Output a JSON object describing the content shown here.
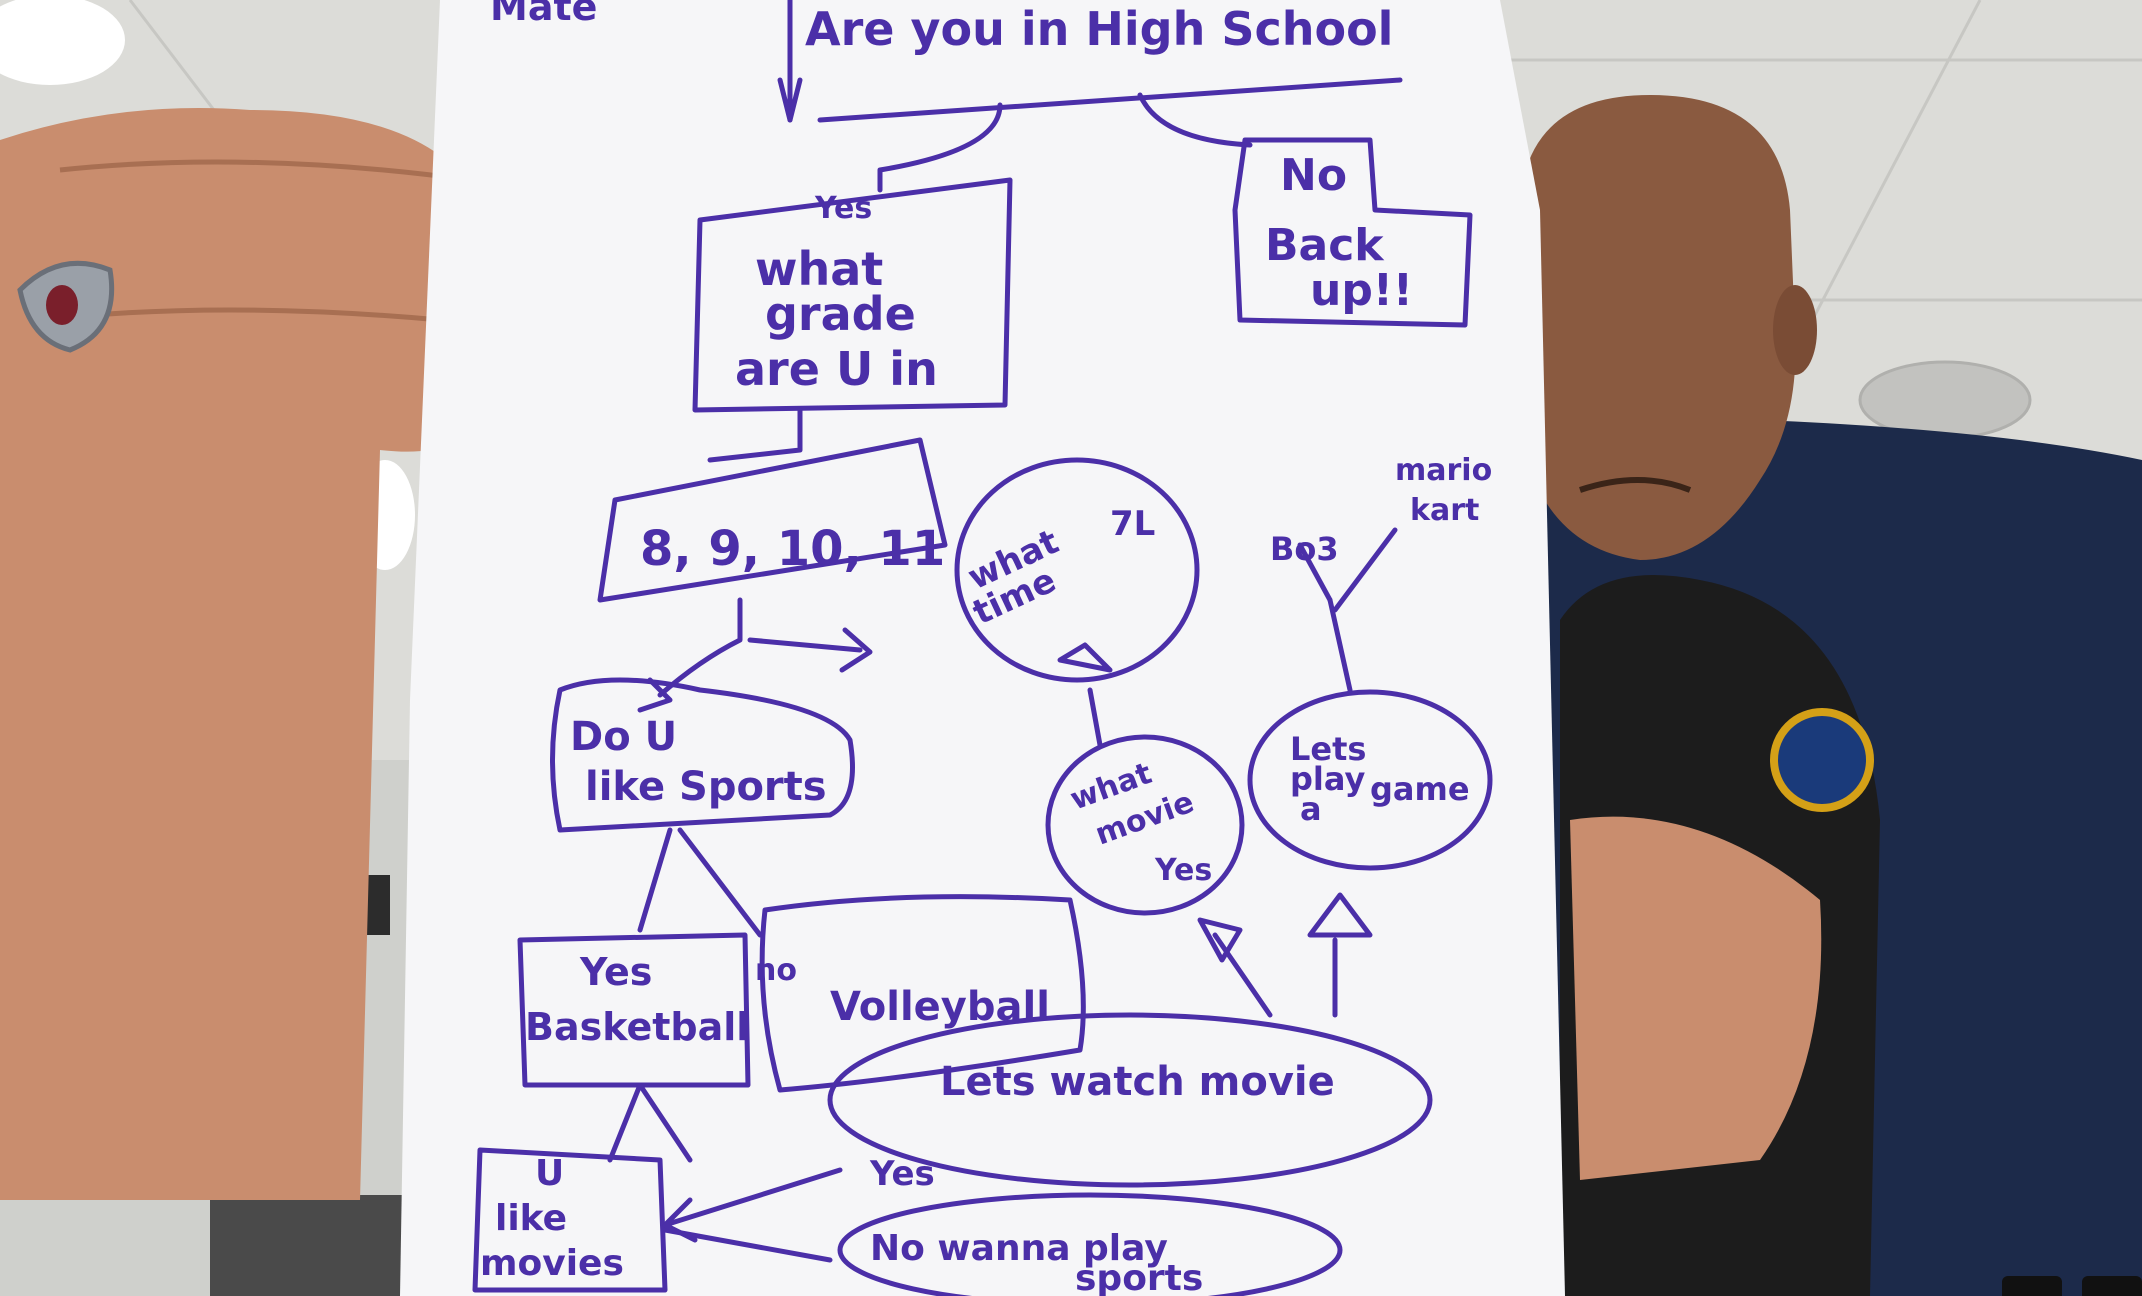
{
  "flowchart": {
    "partial_top_label": "Mate",
    "question_highschool": "Are you in High School",
    "yes_grade_box": [
      "Yes",
      "what",
      "grade",
      "are U in"
    ],
    "no_back_box": [
      "No",
      "Back",
      "up!!"
    ],
    "grades_box": "8, 9, 10, 11",
    "sports_box": [
      "Do U",
      "like Sports"
    ],
    "basketball_box": [
      "Yes",
      "Basketball"
    ],
    "no_label": "no",
    "volleyball_box": "Volleyball",
    "movies_box": [
      "U",
      "like",
      "movies"
    ],
    "watch_movie_oval": "Lets watch movie",
    "yes_label": "Yes",
    "play_sports_oval": [
      "No wanna play",
      "sports"
    ],
    "what_time_circle": [
      "what",
      "time"
    ],
    "time_answer": "7L",
    "what_movie_circle": [
      "what",
      "movie",
      "Yes"
    ],
    "play_game_circle": [
      "Lets",
      "play",
      "a",
      "game"
    ],
    "game_option_1": "Bo3",
    "game_option_2": [
      "mario",
      "kart"
    ]
  },
  "colors": {
    "marker": "#4b2fa8",
    "paper": "#f6f6f8",
    "ceiling": "#dedfdc",
    "skin": "#c98d6e",
    "shirt": "#1c2a4a",
    "beanie": "#1c1c1c",
    "logo": "#d4a017"
  }
}
